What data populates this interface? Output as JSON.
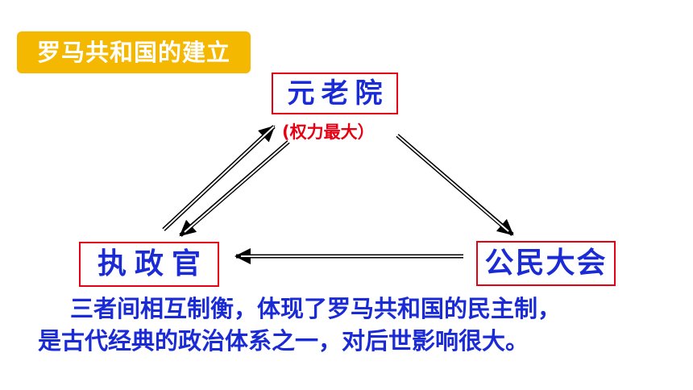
{
  "title": "罗马共和国的建立",
  "nodes": {
    "senate": "元老院",
    "senate_note": "(权力最大）",
    "consul": "执政官",
    "assembly": "公民大会"
  },
  "summary": {
    "line1": "三者间相互制衡，体现了罗马共和国的民主制，",
    "line2": "是古代经典的政治体系之一，对后世影响很大。"
  },
  "colors": {
    "title_background": "#f5b800",
    "box_border": "#e60012",
    "node_text": "#1a2bd6",
    "note_text": "#e60012",
    "summary_text": "#1a2bd6"
  }
}
